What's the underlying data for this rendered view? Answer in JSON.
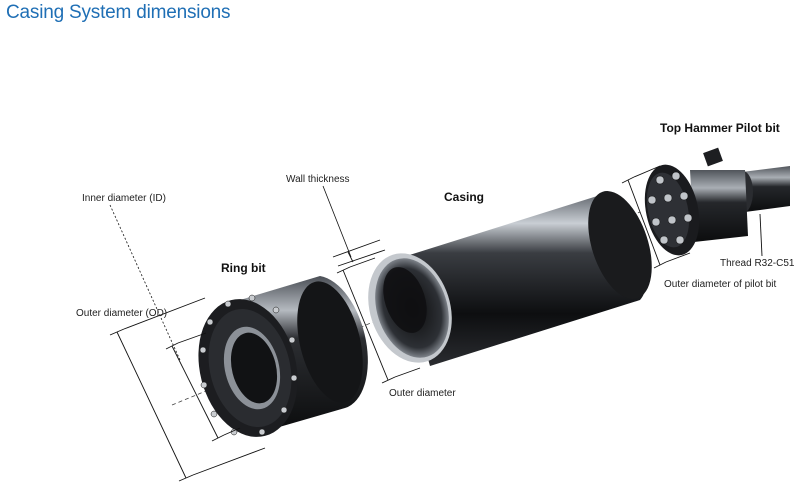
{
  "title": "Casing System dimensions",
  "components": {
    "ring_bit": "Ring bit",
    "casing": "Casing",
    "pilot_bit": "Top Hammer Pilot bit"
  },
  "labels": {
    "inner_diameter": "Inner diameter (ID)",
    "outer_diameter_od": "Outer diameter (OD)",
    "wall_thickness": "Wall thickness",
    "outer_diameter": "Outer diameter",
    "thread": "Thread R32-C51",
    "pilot_outer_diameter": "Outer diameter of pilot bit"
  },
  "colors": {
    "title": "#1f6fb5",
    "metal_dark": "#151515",
    "metal_light": "#8a8f96"
  }
}
